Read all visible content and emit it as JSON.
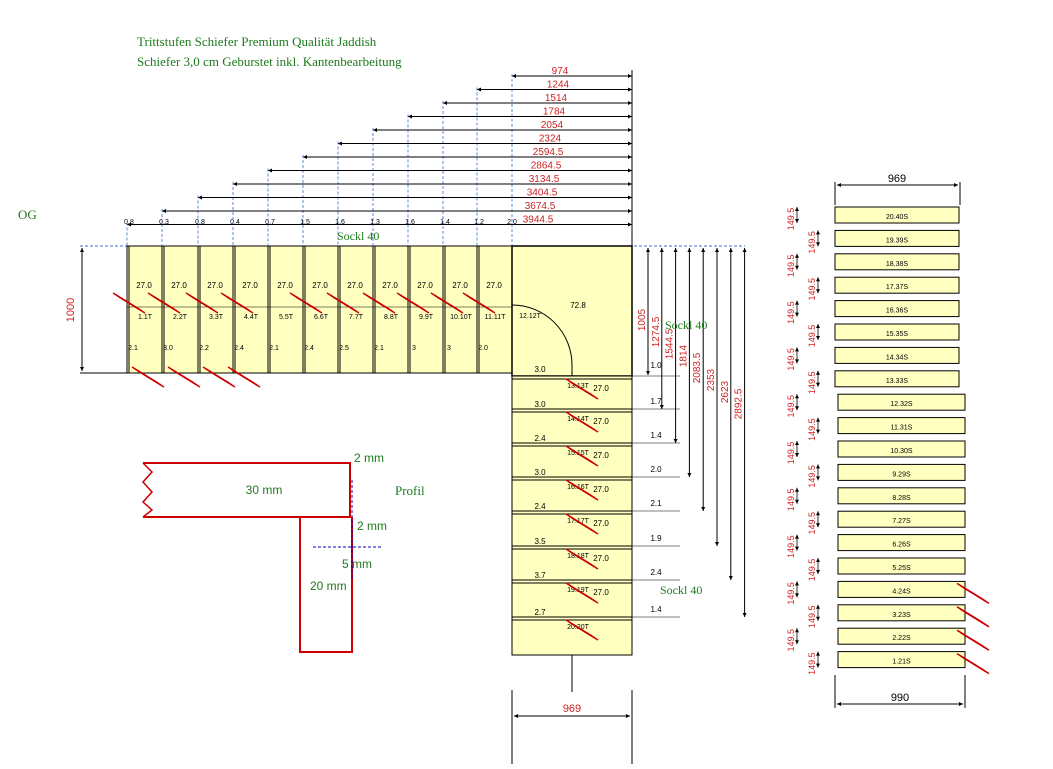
{
  "header": {
    "title": "Trittstufen Schiefer Premium Qualität Jaddish",
    "subtitle": "Schiefer 3,0 cm Geburstet inkl. Kantenbearbeitung"
  },
  "og_label": "OG",
  "sockel_labels": [
    "Sockl 40",
    "Sockl 40",
    "Sockl 40"
  ],
  "top_dims": [
    "974",
    "1244",
    "1514",
    "1784",
    "2054",
    "2324",
    "2594.5",
    "2864.5",
    "3134.5",
    "3404.5",
    "3674.5",
    "3944.5"
  ],
  "left_dim": "1000",
  "top_offsets": [
    "0.8",
    "0.3",
    "0.8",
    "0.4",
    "0.7",
    "1.5",
    "1.6",
    "1.3",
    "1.6",
    "1.4",
    "1.2",
    "2.0"
  ],
  "top_steps": [
    {
      "depth": "27.0",
      "label": "1.1T",
      "bottom": "2.1"
    },
    {
      "depth": "27.0",
      "label": "2.2T",
      "bottom": "3.0"
    },
    {
      "depth": "27.0",
      "label": "3.3T",
      "bottom": "2.2"
    },
    {
      "depth": "27.0",
      "label": "4.4T",
      "bottom": "2.4"
    },
    {
      "depth": "27.0",
      "label": "5.5T",
      "bottom": "2.1"
    },
    {
      "depth": "27.0",
      "label": "6.6T",
      "bottom": "2.4"
    },
    {
      "depth": "27.0",
      "label": "7.7T",
      "bottom": "2.5"
    },
    {
      "depth": "27.0",
      "label": "8.8T",
      "bottom": "2.1"
    },
    {
      "depth": "27.0",
      "label": "9.9T",
      "bottom": "3"
    },
    {
      "depth": "27.0",
      "label": "10.10T",
      "bottom": "3"
    },
    {
      "depth": "27.0",
      "label": "11.11T",
      "bottom": "2.0"
    }
  ],
  "landing": {
    "label": "12.12T",
    "value": "72.8"
  },
  "right_dims": [
    "1005",
    "1274.5",
    "1544.5",
    "1814",
    "2083.5",
    "2353",
    "2623",
    "2892.5"
  ],
  "down_steps": [
    {
      "left": "3.0",
      "label": "13.13T",
      "depth": "27.0",
      "right": "1.0"
    },
    {
      "left": "3.0",
      "label": "14.14T",
      "depth": "27.0",
      "right": "1.7"
    },
    {
      "left": "2.4",
      "label": "15.15T",
      "depth": "27.0",
      "right": "1.4"
    },
    {
      "left": "3.0",
      "label": "16.16T",
      "depth": "27.0",
      "right": "2.0"
    },
    {
      "left": "2.4",
      "label": "17.17T",
      "depth": "27.0",
      "right": "2.1"
    },
    {
      "left": "3.5",
      "label": "18.18T",
      "depth": "27.0",
      "right": "1.9"
    },
    {
      "left": "3.7",
      "label": "19.19T",
      "depth": "27.0",
      "right": "2.4"
    },
    {
      "left": "2.7",
      "label": "20.20T",
      "depth": "",
      "right": "1.4"
    }
  ],
  "bottom_dim": "969",
  "profile": {
    "label": "Profil",
    "thickness": "30 mm",
    "top": "2 mm",
    "mid": "2 mm",
    "gap": "5 mm",
    "riser": "20 mm"
  },
  "sockel_list": {
    "top_dim": "969",
    "bottom_dim": "990",
    "height": "149.5",
    "items": [
      "20.40S",
      "19.39S",
      "18.38S",
      "17.37S",
      "16.36S",
      "15.35S",
      "14.34S",
      "13.33S",
      "12.32S",
      "11.31S",
      "10.30S",
      "9.29S",
      "8.28S",
      "7.27S",
      "6.26S",
      "5.25S",
      "4.24S",
      "3.23S",
      "2.22S",
      "1.21S"
    ]
  },
  "colors": {
    "panel": "#ffffc0",
    "dim": "#cc2222",
    "text_green": "#1e7a1e",
    "line": "#000000",
    "arrow": "#0000cc"
  }
}
